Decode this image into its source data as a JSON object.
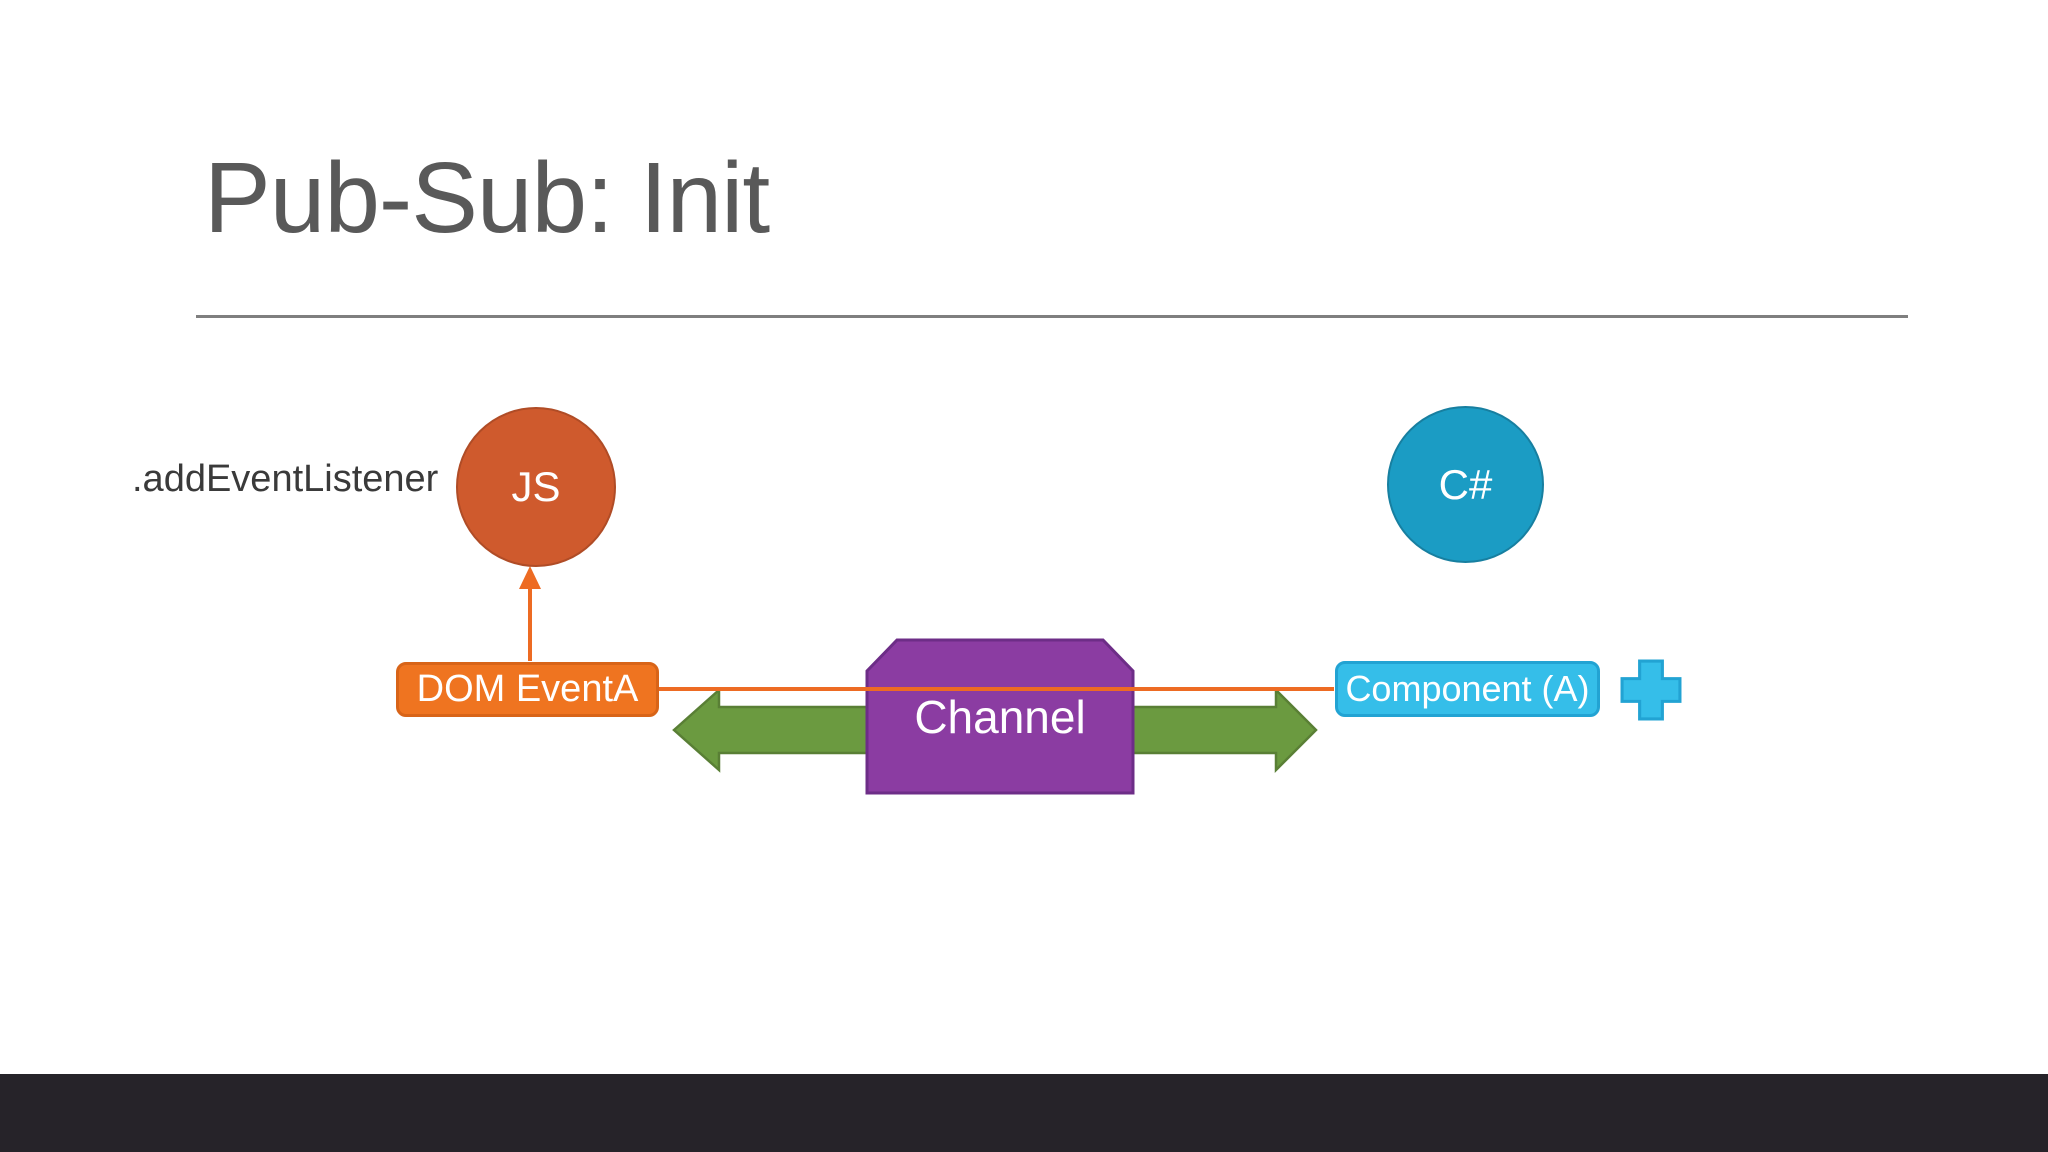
{
  "slide": {
    "title": "Pub-Sub: Init",
    "annotation": ".addEventListener",
    "nodes": {
      "js": "JS",
      "csharp": "C#",
      "dom_event": "DOM EventA",
      "channel": "Channel",
      "component": "Component (A)"
    },
    "icons": {
      "plus": "plus-icon",
      "double_arrow": "double-headed-arrow-icon",
      "up_arrow": "up-arrow-connector-icon"
    }
  },
  "colors": {
    "background": "#ffffff",
    "title_text": "#595959",
    "annotation_text": "#3a3a3a",
    "divider": "#7f7f7f",
    "orange_circle": "#cf5a2d",
    "orange_circle_border": "#b04c26",
    "teal_circle": "#1b9cc4",
    "teal_circle_border": "#177fa0",
    "orange_fill": "#ef7420",
    "orange_border": "#d86418",
    "connector_orange": "#ed6b23",
    "purple_fill": "#8b3ca2",
    "purple_border": "#6d2d87",
    "green_fill": "#6b9a40",
    "green_border": "#597f35",
    "cyan_fill": "#35bee9",
    "cyan_border": "#22a3d3",
    "footer_bar": "#262329"
  }
}
